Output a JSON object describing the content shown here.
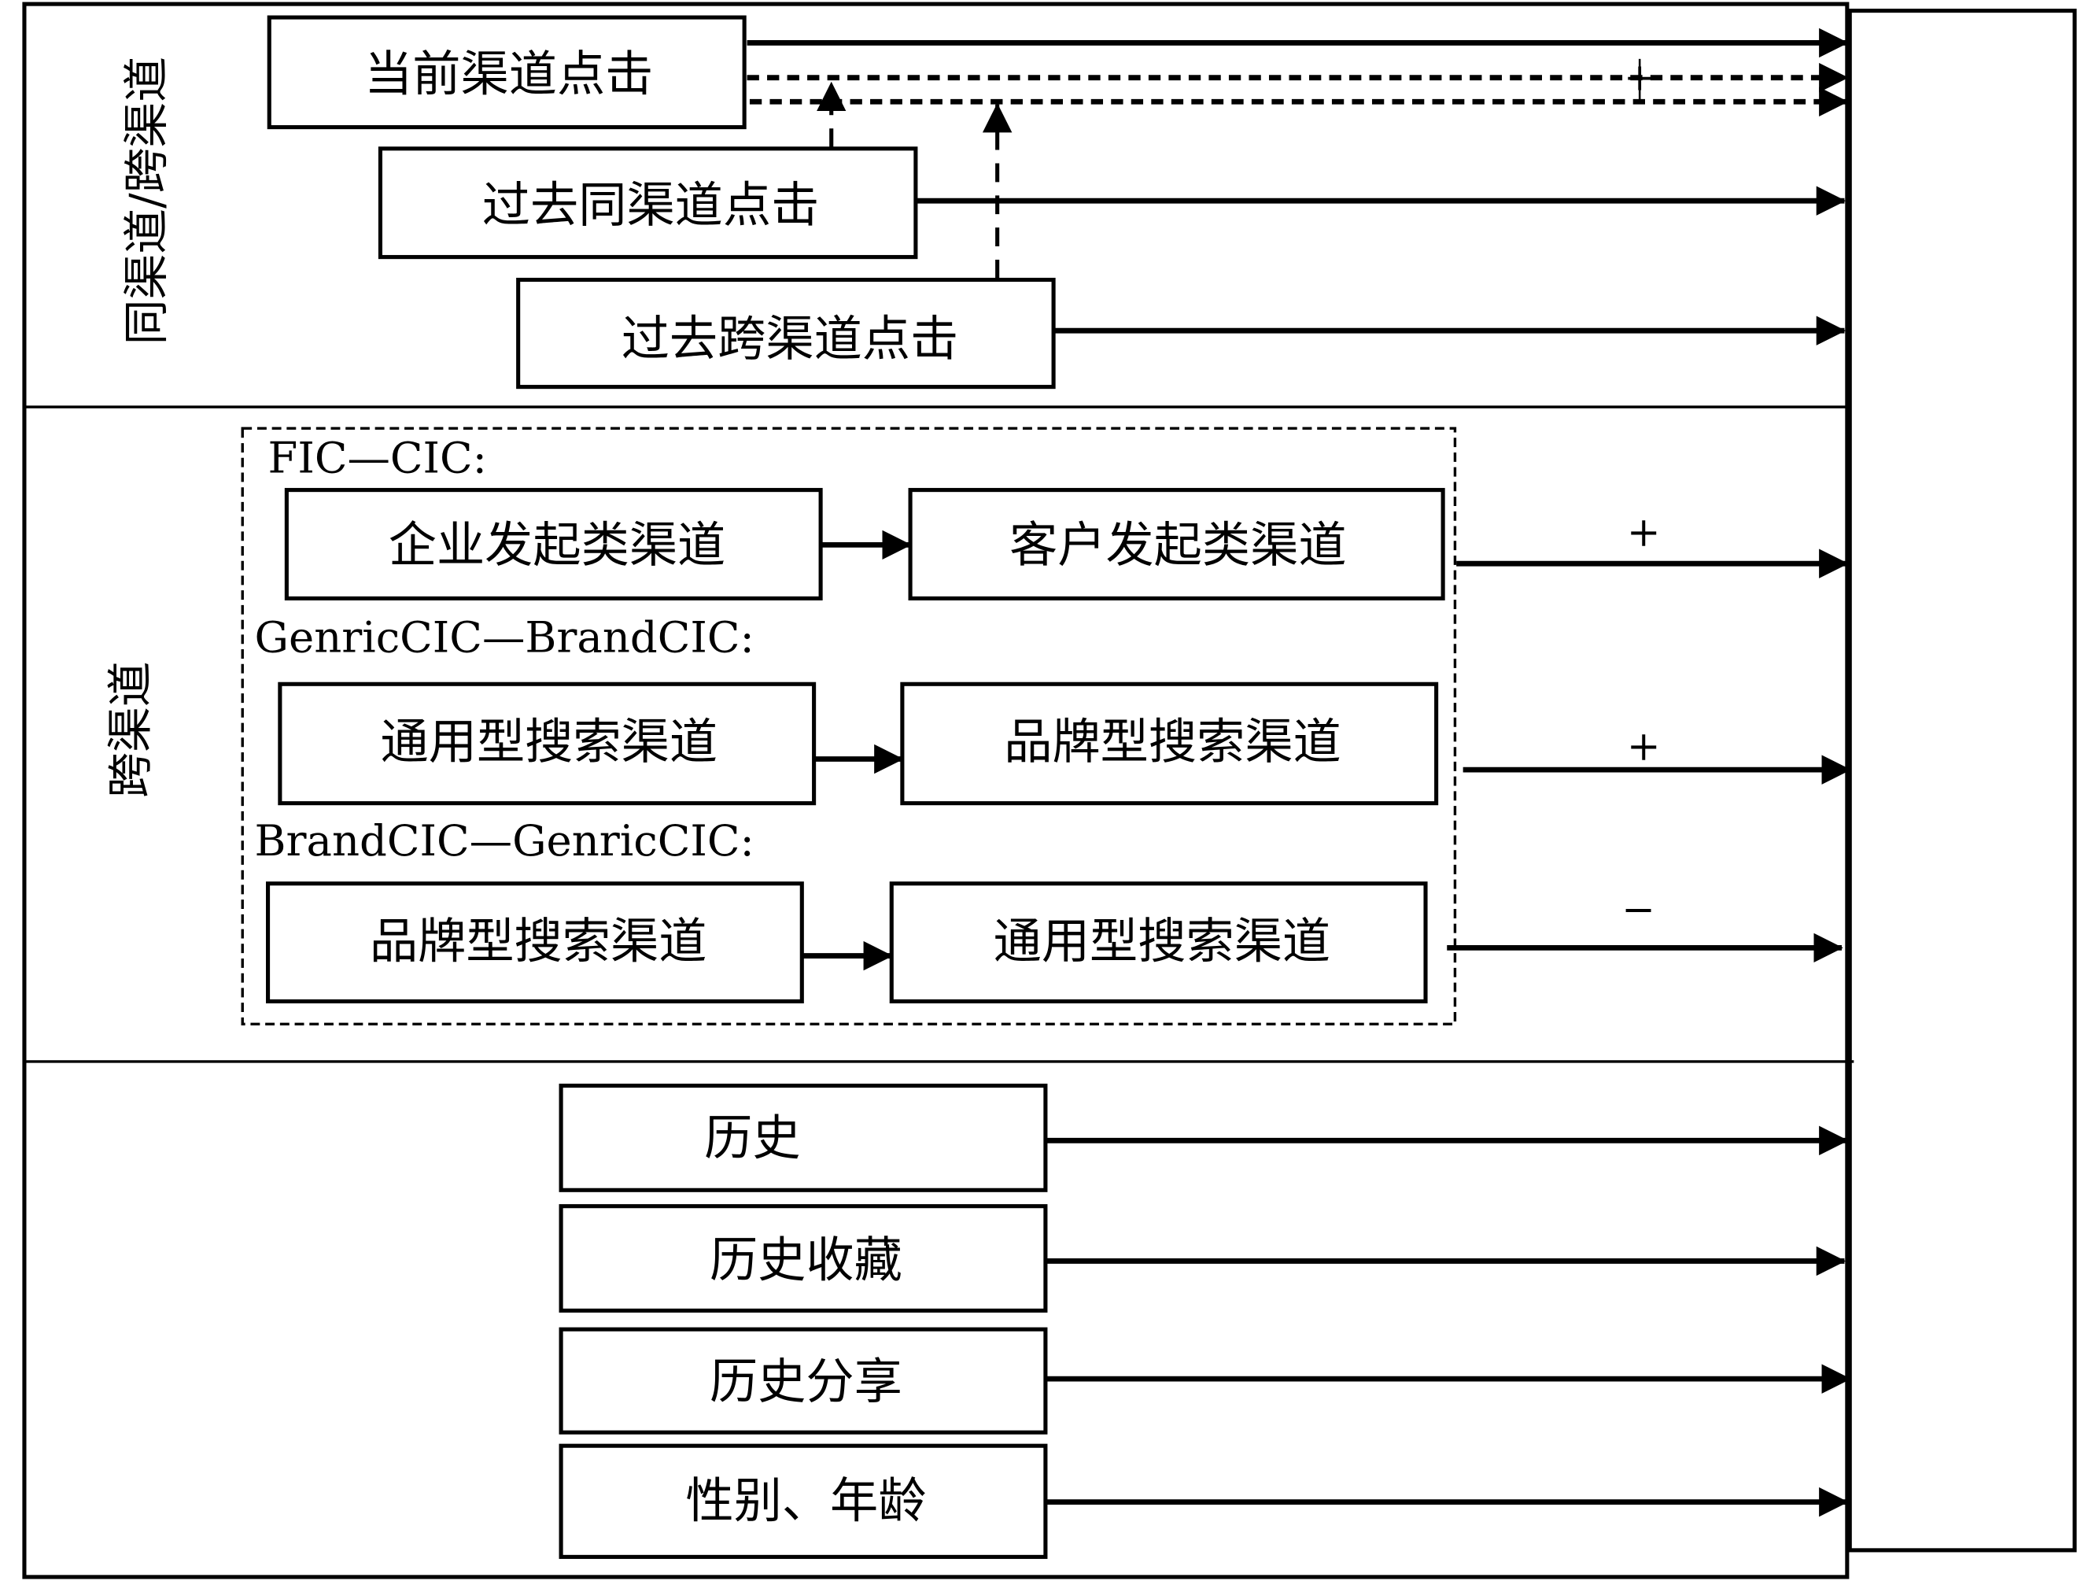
{
  "sections": {
    "top_label": "同渠道/跨渠道",
    "middle_label": "跨渠道",
    "bottom_label": ""
  },
  "top": {
    "current_click": "当前渠道点击",
    "past_same_channel_click": "过去同渠道点击",
    "past_cross_channel_click": "过去跨渠道点击",
    "moderation_sign": "+"
  },
  "middle": {
    "group1": {
      "title": "FIC—CIC:",
      "from": "企业发起类渠道",
      "to": "客户发起类渠道",
      "sign": "+"
    },
    "group2": {
      "title": "GenricCIC—BrandCIC:",
      "from": "通用型搜索渠道",
      "to": "品牌型搜索渠道",
      "sign": "+"
    },
    "group3": {
      "title": "BrandCIC—GenricCIC:",
      "from": "品牌型搜索渠道",
      "to": "通用型搜索渠道",
      "sign": "−"
    }
  },
  "bottom": {
    "items": [
      "历史",
      "历史收藏",
      "历史分享",
      "性别、年龄"
    ]
  },
  "outcome_box_label": ""
}
